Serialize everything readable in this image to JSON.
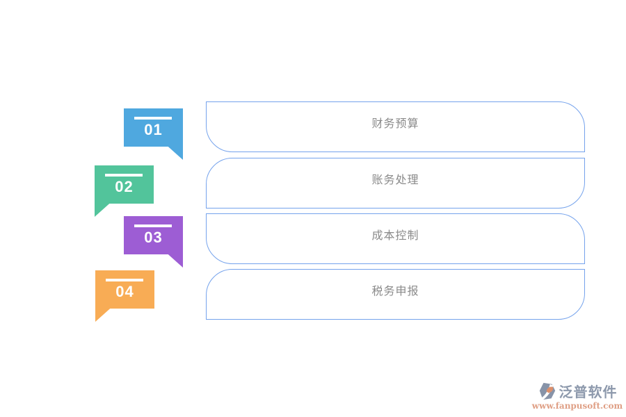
{
  "steps": [
    {
      "number": "01",
      "label": "财务预算",
      "color": "#4FA8DF"
    },
    {
      "number": "02",
      "label": "账务处理",
      "color": "#52C49B"
    },
    {
      "number": "03",
      "label": "成本控制",
      "color": "#9D5DD4"
    },
    {
      "number": "04",
      "label": "税务申报",
      "color": "#F8AC55"
    }
  ],
  "style": {
    "panel_border_color": "#74A2EC",
    "panel_text_color": "#8A8A8A",
    "badge_number_color": "#FFFFFF",
    "badge_line_color": "#FFFFFF"
  },
  "footer": {
    "brand": "泛普软件",
    "website": "www.fanpusoft.com",
    "brand_color": "#8D99AC",
    "website_color": "#DF9F85",
    "logo_gray": "#8793A8",
    "logo_orange": "#DC8F6B"
  }
}
